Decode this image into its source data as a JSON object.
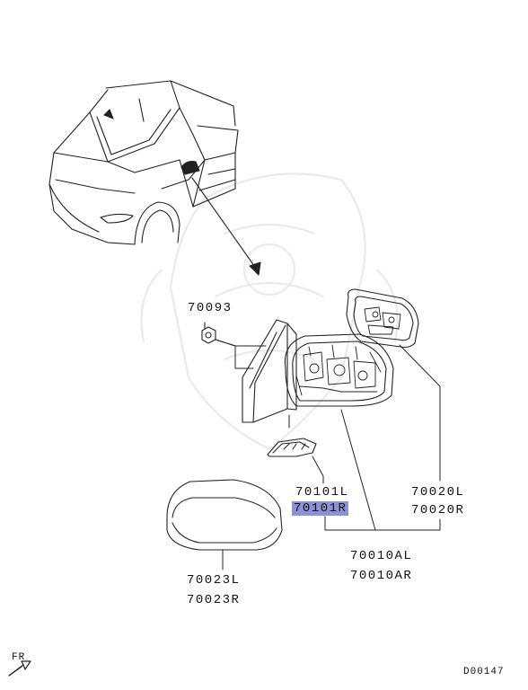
{
  "parts": {
    "nut": "70093",
    "glass_l": "70020L",
    "glass_r": "70020R",
    "bracket_l": "70101L",
    "bracket_r": "70101R",
    "mirror_l": "70010AL",
    "mirror_r": "70010AR",
    "cover_l": "70023L",
    "cover_r": "70023R"
  },
  "front_indicator": "FR",
  "diagram_code": "D00147",
  "highlight_color": "#8a93d8"
}
